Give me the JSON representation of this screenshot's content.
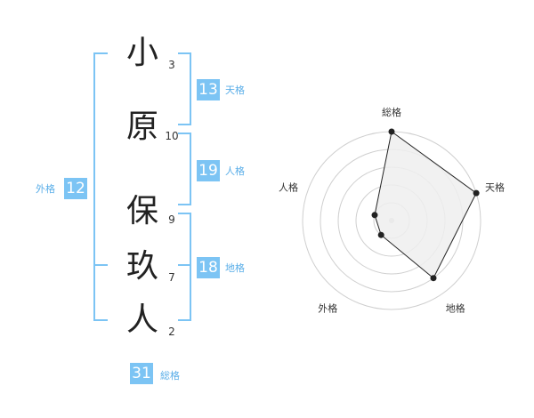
{
  "name": {
    "characters": [
      {
        "char": "小",
        "strokes": "3"
      },
      {
        "char": "原",
        "strokes": "10"
      },
      {
        "char": "保",
        "strokes": "9"
      },
      {
        "char": "玖",
        "strokes": "7"
      },
      {
        "char": "人",
        "strokes": "2"
      }
    ]
  },
  "fortune": {
    "tenkaku": {
      "value": "13",
      "label": "天格"
    },
    "jinkaku": {
      "value": "19",
      "label": "人格"
    },
    "chikaku": {
      "value": "18",
      "label": "地格"
    },
    "gaikaku": {
      "value": "12",
      "label": "外格"
    },
    "soukaku": {
      "value": "31",
      "label": "総格"
    }
  },
  "colors": {
    "accent": "#7cc4f4",
    "label_text": "#5aaee8",
    "kanji_text": "#222222",
    "radar_fill": "#efefef",
    "radar_line": "#222222",
    "ring": "#cfcfcf"
  },
  "chart_data": {
    "type": "radar",
    "axes": [
      "総格",
      "天格",
      "地格",
      "外格",
      "人格"
    ],
    "values": [
      5,
      5,
      4,
      1,
      1
    ],
    "rings": 5,
    "max": 5
  }
}
